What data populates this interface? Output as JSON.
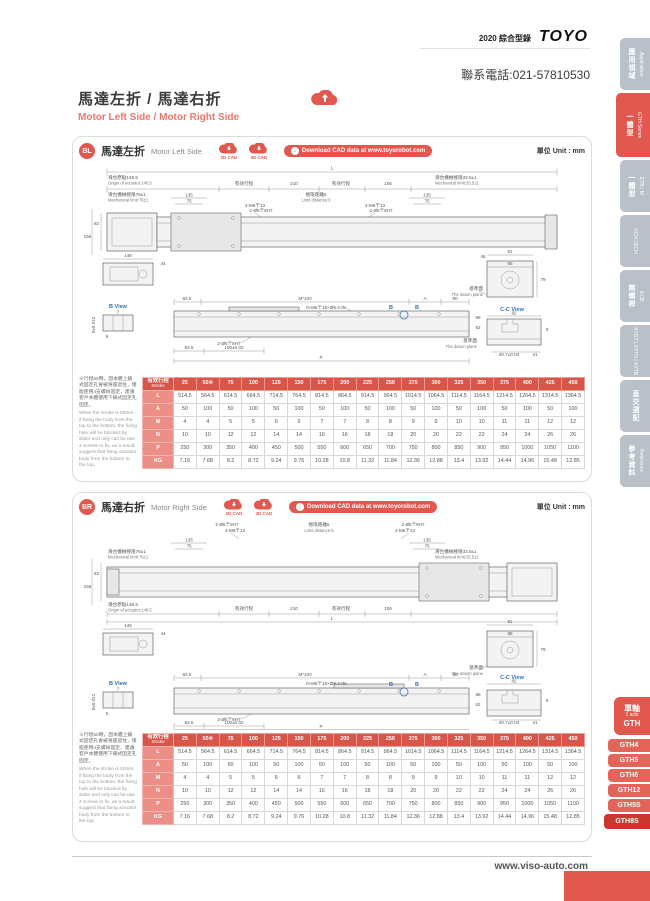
{
  "header": {
    "catalog": "2020 綜合型錄",
    "logo": "TOYO",
    "phone": "聯系電話:021-57810530"
  },
  "title": {
    "zh": "馬達左折 / 馬達右折",
    "en": "Motor Left Side / Motor Right Side"
  },
  "footer": {
    "website": "www.viso-auto.com"
  },
  "sidebar": {
    "tabs": [
      {
        "zh": "應用領域",
        "en": "Application",
        "active": false
      },
      {
        "zh": "一體型",
        "en": "GTH Series",
        "active": true
      },
      {
        "zh": "一體型",
        "en": "ETB | M",
        "active": false
      },
      {
        "zh": "",
        "en": "GCH | ECH",
        "active": false
      },
      {
        "zh": "無螺桿",
        "en": "ECB",
        "active": false
      },
      {
        "zh": "",
        "en": "XYGT | XYTH | XYTB",
        "active": false
      },
      {
        "zh": "直交選配",
        "en": "",
        "active": false
      },
      {
        "zh": "參考資料",
        "en": "Reference",
        "active": false
      }
    ],
    "model_group": {
      "zh": "單軸",
      "en": "1 axis",
      "series": "GTH"
    },
    "models": [
      "GTH4",
      "GTH5",
      "GTH6",
      "GTH12",
      "GTH5S",
      "GTH8S"
    ],
    "active_model": "GTH8S"
  },
  "dims": {
    "L": "L",
    "origin_zh": "滑台原點148.5",
    "origin_en": "Origin of actuator:148.5",
    "mlimit76_zh": "滑台機械極限76±1",
    "mlimit76_en": "Mechanical limit:76±1",
    "stroke_zh": "有效行程",
    "v210": "210",
    "v106": "106",
    "mlimit33_zh": "滑台機械極限33.5±1",
    "mlimit33_en": "Mechanical limit:33.5±1",
    "limit5_zh": "極限距離5",
    "limit5_en": "Limit distance:5",
    "v135": "135",
    "v75": "75",
    "v82": "82",
    "v156": "156",
    "v146": "146",
    "v44": "44",
    "v46": "46",
    "m6": "4-M6〒13",
    "o5": "2-Ø5〒8H7",
    "v81": "81",
    "v65": "65",
    "v79": "79",
    "datum_zh": "基準面",
    "datum_en": "The datum plane",
    "bview": "B View",
    "v7": "7",
    "t0012": "0±0.012",
    "v5": "5",
    "v845": "84.5",
    "m100": "M*100",
    "A": "A",
    "v80": "80",
    "nm6": "N-M6〒15×Ø6.4-thr.",
    "v68": "68",
    "v62": "62",
    "t100": "100±0.02",
    "P": "P",
    "ccview": "C-C View",
    "t407": "40.7±0.03",
    "v41": "41",
    "v9": "9",
    "markB": "B"
  },
  "sections": [
    {
      "badge": "BL",
      "title_zh": "馬達左折",
      "title_en": "Motor Left Side",
      "cad2d": "2D CAD",
      "cad3d": "3D CAD",
      "download": "Download CAD data at www.toyorobot.com",
      "unit": "單位 Unit : mm",
      "note_zh": "※行程50時，因本體上鎖式固定孔會被滑座遮住，僅能使用4支螺絲固定，建議客戶本體使用下鎖式固定孔固定。",
      "note_en": "When the stroke is 50mm, if fixing the body from the top to the bottom, the fixing hole will be blocked by slider and only can be use 4 screws to fix, as a result, suggest that fixing actuator body from the bottom to the top.",
      "table": {
        "header_zh": "有效行程",
        "header_en": "Stroke",
        "strokes": [
          "25",
          "50※",
          "75",
          "100",
          "125",
          "150",
          "175",
          "200",
          "225",
          "250",
          "275",
          "300",
          "325",
          "350",
          "375",
          "400",
          "425",
          "450"
        ],
        "rows": [
          {
            "label": "L",
            "values": [
              "514.5",
              "564.5",
              "614.5",
              "664.5",
              "714.5",
              "764.5",
              "814.5",
              "864.5",
              "914.5",
              "964.5",
              "1014.5",
              "1064.5",
              "1114.5",
              "1164.5",
              "1214.5",
              "1264.5",
              "1314.5",
              "1364.5"
            ]
          },
          {
            "label": "A",
            "values": [
              "50",
              "100",
              "50",
              "100",
              "50",
              "100",
              "50",
              "100",
              "50",
              "100",
              "50",
              "100",
              "50",
              "100",
              "50",
              "100",
              "50",
              "100"
            ]
          },
          {
            "label": "M",
            "values": [
              "4",
              "4",
              "5",
              "5",
              "6",
              "6",
              "7",
              "7",
              "8",
              "8",
              "9",
              "9",
              "10",
              "10",
              "11",
              "11",
              "12",
              "12"
            ]
          },
          {
            "label": "N",
            "values": [
              "10",
              "10",
              "12",
              "12",
              "14",
              "14",
              "16",
              "16",
              "18",
              "18",
              "20",
              "20",
              "22",
              "22",
              "24",
              "24",
              "26",
              "26"
            ]
          },
          {
            "label": "P",
            "values": [
              "250",
              "300",
              "350",
              "400",
              "450",
              "500",
              "550",
              "600",
              "650",
              "700",
              "750",
              "800",
              "850",
              "900",
              "950",
              "1000",
              "1050",
              "1100"
            ]
          },
          {
            "label": "KG",
            "values": [
              "7.16",
              "7.68",
              "8.2",
              "8.72",
              "9.24",
              "9.76",
              "10.28",
              "10.8",
              "11.32",
              "11.84",
              "12.36",
              "12.88",
              "13.4",
              "13.92",
              "14.44",
              "14.96",
              "15.48",
              "12.85"
            ]
          }
        ]
      }
    },
    {
      "badge": "BR",
      "title_zh": "馬達右折",
      "title_en": "Motor Right Side",
      "cad2d": "2D CAD",
      "cad3d": "3D CAD",
      "download": "Download CAD data at www.toyorobot.com",
      "unit": "單位 Unit : mm",
      "note_zh": "※行程50時，因本體上鎖式固定孔會被滑座遮住，僅能使用4支螺絲固定，建議客戶本體使用下鎖式固定孔固定。",
      "note_en": "When the stroke is 50mm, if fixing the body from the top to the bottom, the fixing hole will be blocked by slider and only can be use 4 screws to fix, as a result, suggest that fixing actuator body from the bottom to the top.",
      "table": {
        "header_zh": "有效行程",
        "header_en": "Stroke",
        "strokes": [
          "25",
          "50※",
          "75",
          "100",
          "125",
          "150",
          "175",
          "200",
          "225",
          "250",
          "275",
          "300",
          "325",
          "350",
          "375",
          "400",
          "425",
          "450"
        ],
        "rows": [
          {
            "label": "L",
            "values": [
              "514.5",
              "564.5",
              "614.5",
              "664.5",
              "714.5",
              "764.5",
              "814.5",
              "864.5",
              "914.5",
              "964.5",
              "1014.5",
              "1064.5",
              "1114.5",
              "1164.5",
              "1214.5",
              "1264.5",
              "1314.5",
              "1364.5"
            ]
          },
          {
            "label": "A",
            "values": [
              "50",
              "100",
              "50",
              "100",
              "50",
              "100",
              "50",
              "100",
              "50",
              "100",
              "50",
              "100",
              "50",
              "100",
              "50",
              "100",
              "50",
              "100"
            ]
          },
          {
            "label": "M",
            "values": [
              "4",
              "4",
              "5",
              "5",
              "6",
              "6",
              "7",
              "7",
              "8",
              "8",
              "9",
              "9",
              "10",
              "10",
              "11",
              "11",
              "12",
              "12"
            ]
          },
          {
            "label": "N",
            "values": [
              "10",
              "10",
              "12",
              "12",
              "14",
              "14",
              "16",
              "16",
              "18",
              "18",
              "20",
              "20",
              "22",
              "22",
              "24",
              "24",
              "26",
              "26"
            ]
          },
          {
            "label": "P",
            "values": [
              "250",
              "300",
              "350",
              "400",
              "450",
              "500",
              "550",
              "600",
              "650",
              "700",
              "750",
              "800",
              "850",
              "900",
              "950",
              "1000",
              "1050",
              "1100"
            ]
          },
          {
            "label": "KG",
            "values": [
              "7.16",
              "7.68",
              "8.2",
              "8.72",
              "9.24",
              "9.76",
              "10.28",
              "10.8",
              "11.32",
              "11.84",
              "12.36",
              "12.88",
              "13.4",
              "13.92",
              "14.44",
              "14.96",
              "15.48",
              "12.85"
            ]
          }
        ]
      }
    }
  ]
}
